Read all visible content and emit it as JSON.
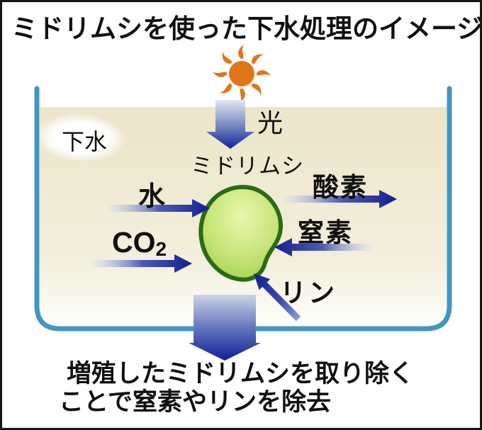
{
  "title": "ミドリムシを使った下水処理のイメージ",
  "labels": {
    "light": "光",
    "sewage": "下水",
    "euglena": "ミドリムシ",
    "water": "水",
    "co2_base": "CO",
    "co2_subscript": "2",
    "oxygen": "酸素",
    "nitrogen": "窒素",
    "phosphorus": "リン"
  },
  "caption": {
    "line1": "増殖したミドリムシを取り除く",
    "line2": "ことで窒素やリンを除去"
  },
  "icons": {
    "sun": "sun-icon",
    "arrows": [
      "light-arrow-down",
      "water-arrow-right",
      "co2-arrow-right",
      "oxygen-arrow-right",
      "nitrogen-arrow-left",
      "phosphorus-arrow-upleft",
      "harvest-arrow-down"
    ]
  },
  "colors": {
    "arrow_navy": "#141f8f",
    "tank_blue": "#4495c3",
    "water_beige": "#ece5c9",
    "sun_orange": "#e0761a",
    "cell_green": "#a9d94f",
    "cell_outline": "#2c6b15",
    "text": "#111111"
  }
}
